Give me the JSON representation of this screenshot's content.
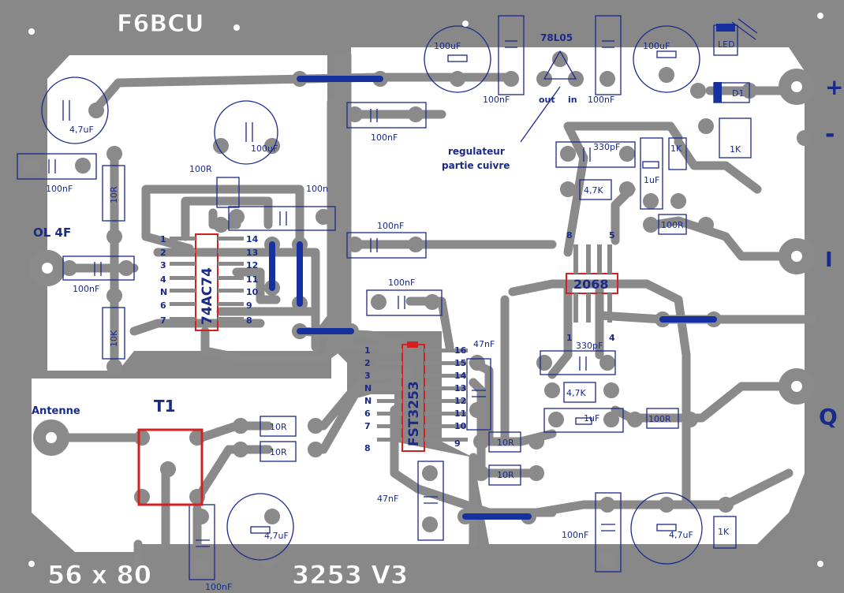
{
  "board": {
    "title": "F6BCU",
    "size_label": "56 x 80",
    "version_label": "3253 V3",
    "regulator_note_line1": "regulateur",
    "regulator_note_line2": "partie cuivre"
  },
  "ics": {
    "u1_label": "74AC74",
    "u2_label": "FST3253",
    "u3_label": "2068",
    "reg_label": "78L05",
    "reg_out": "out",
    "reg_in": "in"
  },
  "pins": {
    "u1_left": [
      "1",
      "2",
      "3",
      "4",
      "N",
      "6",
      "7"
    ],
    "u1_right": [
      "14",
      "13",
      "12",
      "11",
      "10",
      "9",
      "8"
    ],
    "u2_left": [
      "1",
      "2",
      "3",
      "N",
      "N",
      "6",
      "7",
      "8"
    ],
    "u2_right": [
      "16",
      "15",
      "14",
      "13",
      "12",
      "11",
      "10",
      "9"
    ],
    "u3_top_left": "8",
    "u3_top_right": "5",
    "u3_bot_left": "1",
    "u3_bot_right": "4"
  },
  "connectors": {
    "antenna": "Antenne",
    "transformer": "T1",
    "lo_in": "OL 4F",
    "out_i": "I",
    "out_q": "Q",
    "plus": "+",
    "minus": "-"
  },
  "components": {
    "c_100uF_a": "100uF",
    "c_100nF_a": "100nF",
    "c_100nF_b": "100nF",
    "c_100uF_b": "100uF",
    "c_4u7_tl": "4,7uF",
    "c_100nF_left": "100nF",
    "r_10R_left": "10R",
    "c_100nF_mid1": "100nF",
    "c_100uF_mid": "100uF",
    "r_100R_top": "100R",
    "c_100n_top": "100n",
    "c_100nF_mid2": "100nF",
    "c_100nF_mid3": "100nF",
    "c_100nF_osc": "100nF",
    "r_10K_left": "10K",
    "led": "LED",
    "diode": "D1",
    "r_1K_top": "1K",
    "r_1K_top2": "1K",
    "c_330pF_top": "330pF",
    "r_47K_top": "4,7K",
    "c_1uF_top": "1uF",
    "r_100R_right": "100R",
    "c_47nF_a": "47nF",
    "c_330pF_bot": "330pF",
    "r_47K_bot": "4,7K",
    "c_1uF_bot": "1uF",
    "r_100R_bot": "100R",
    "r_10R_a": "10R",
    "r_10R_b": "10R",
    "r_10R_c": "10R",
    "r_10R_d": "10R",
    "c_47nF_b": "47nF",
    "c_4u7_bot": "4,7uF",
    "c_100nF_bot": "100nF",
    "c_100nF_bot2": "100nF",
    "c_4u7_br": "4,7uF",
    "r_1K_br": "1K"
  },
  "colors": {
    "board_bg": "#888888",
    "substrate": "#ffffff",
    "copper": "#8a8a8a",
    "silkscreen": "#1a2a8a",
    "jumper": "#1630a0",
    "ic_outline": "#d42020"
  }
}
